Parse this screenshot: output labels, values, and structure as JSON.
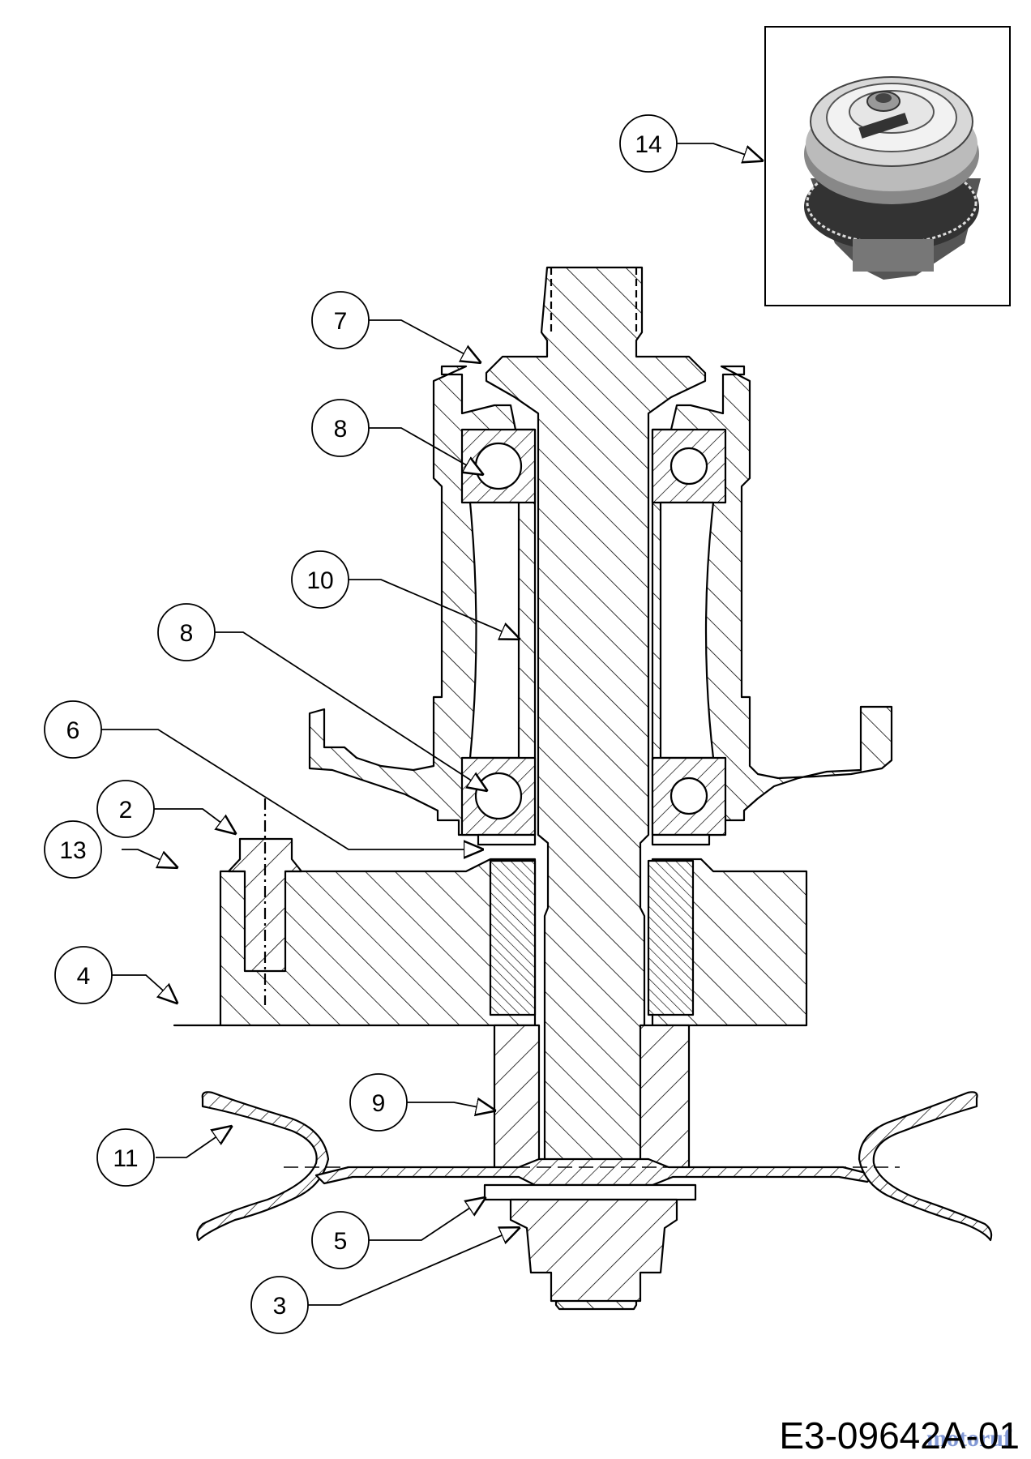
{
  "diagram": {
    "callouts": [
      {
        "id": "c14",
        "label": "14"
      },
      {
        "id": "c7",
        "label": "7"
      },
      {
        "id": "c8a",
        "label": "8"
      },
      {
        "id": "c10",
        "label": "10"
      },
      {
        "id": "c8b",
        "label": "8"
      },
      {
        "id": "c6",
        "label": "6"
      },
      {
        "id": "c2",
        "label": "2"
      },
      {
        "id": "c13",
        "label": "13"
      },
      {
        "id": "c4",
        "label": "4"
      },
      {
        "id": "c9",
        "label": "9"
      },
      {
        "id": "c11",
        "label": "11"
      },
      {
        "id": "c5",
        "label": "5"
      },
      {
        "id": "c3",
        "label": "3"
      }
    ],
    "drawing_code": "E3-09642A-01",
    "watermark": "motoruf"
  }
}
